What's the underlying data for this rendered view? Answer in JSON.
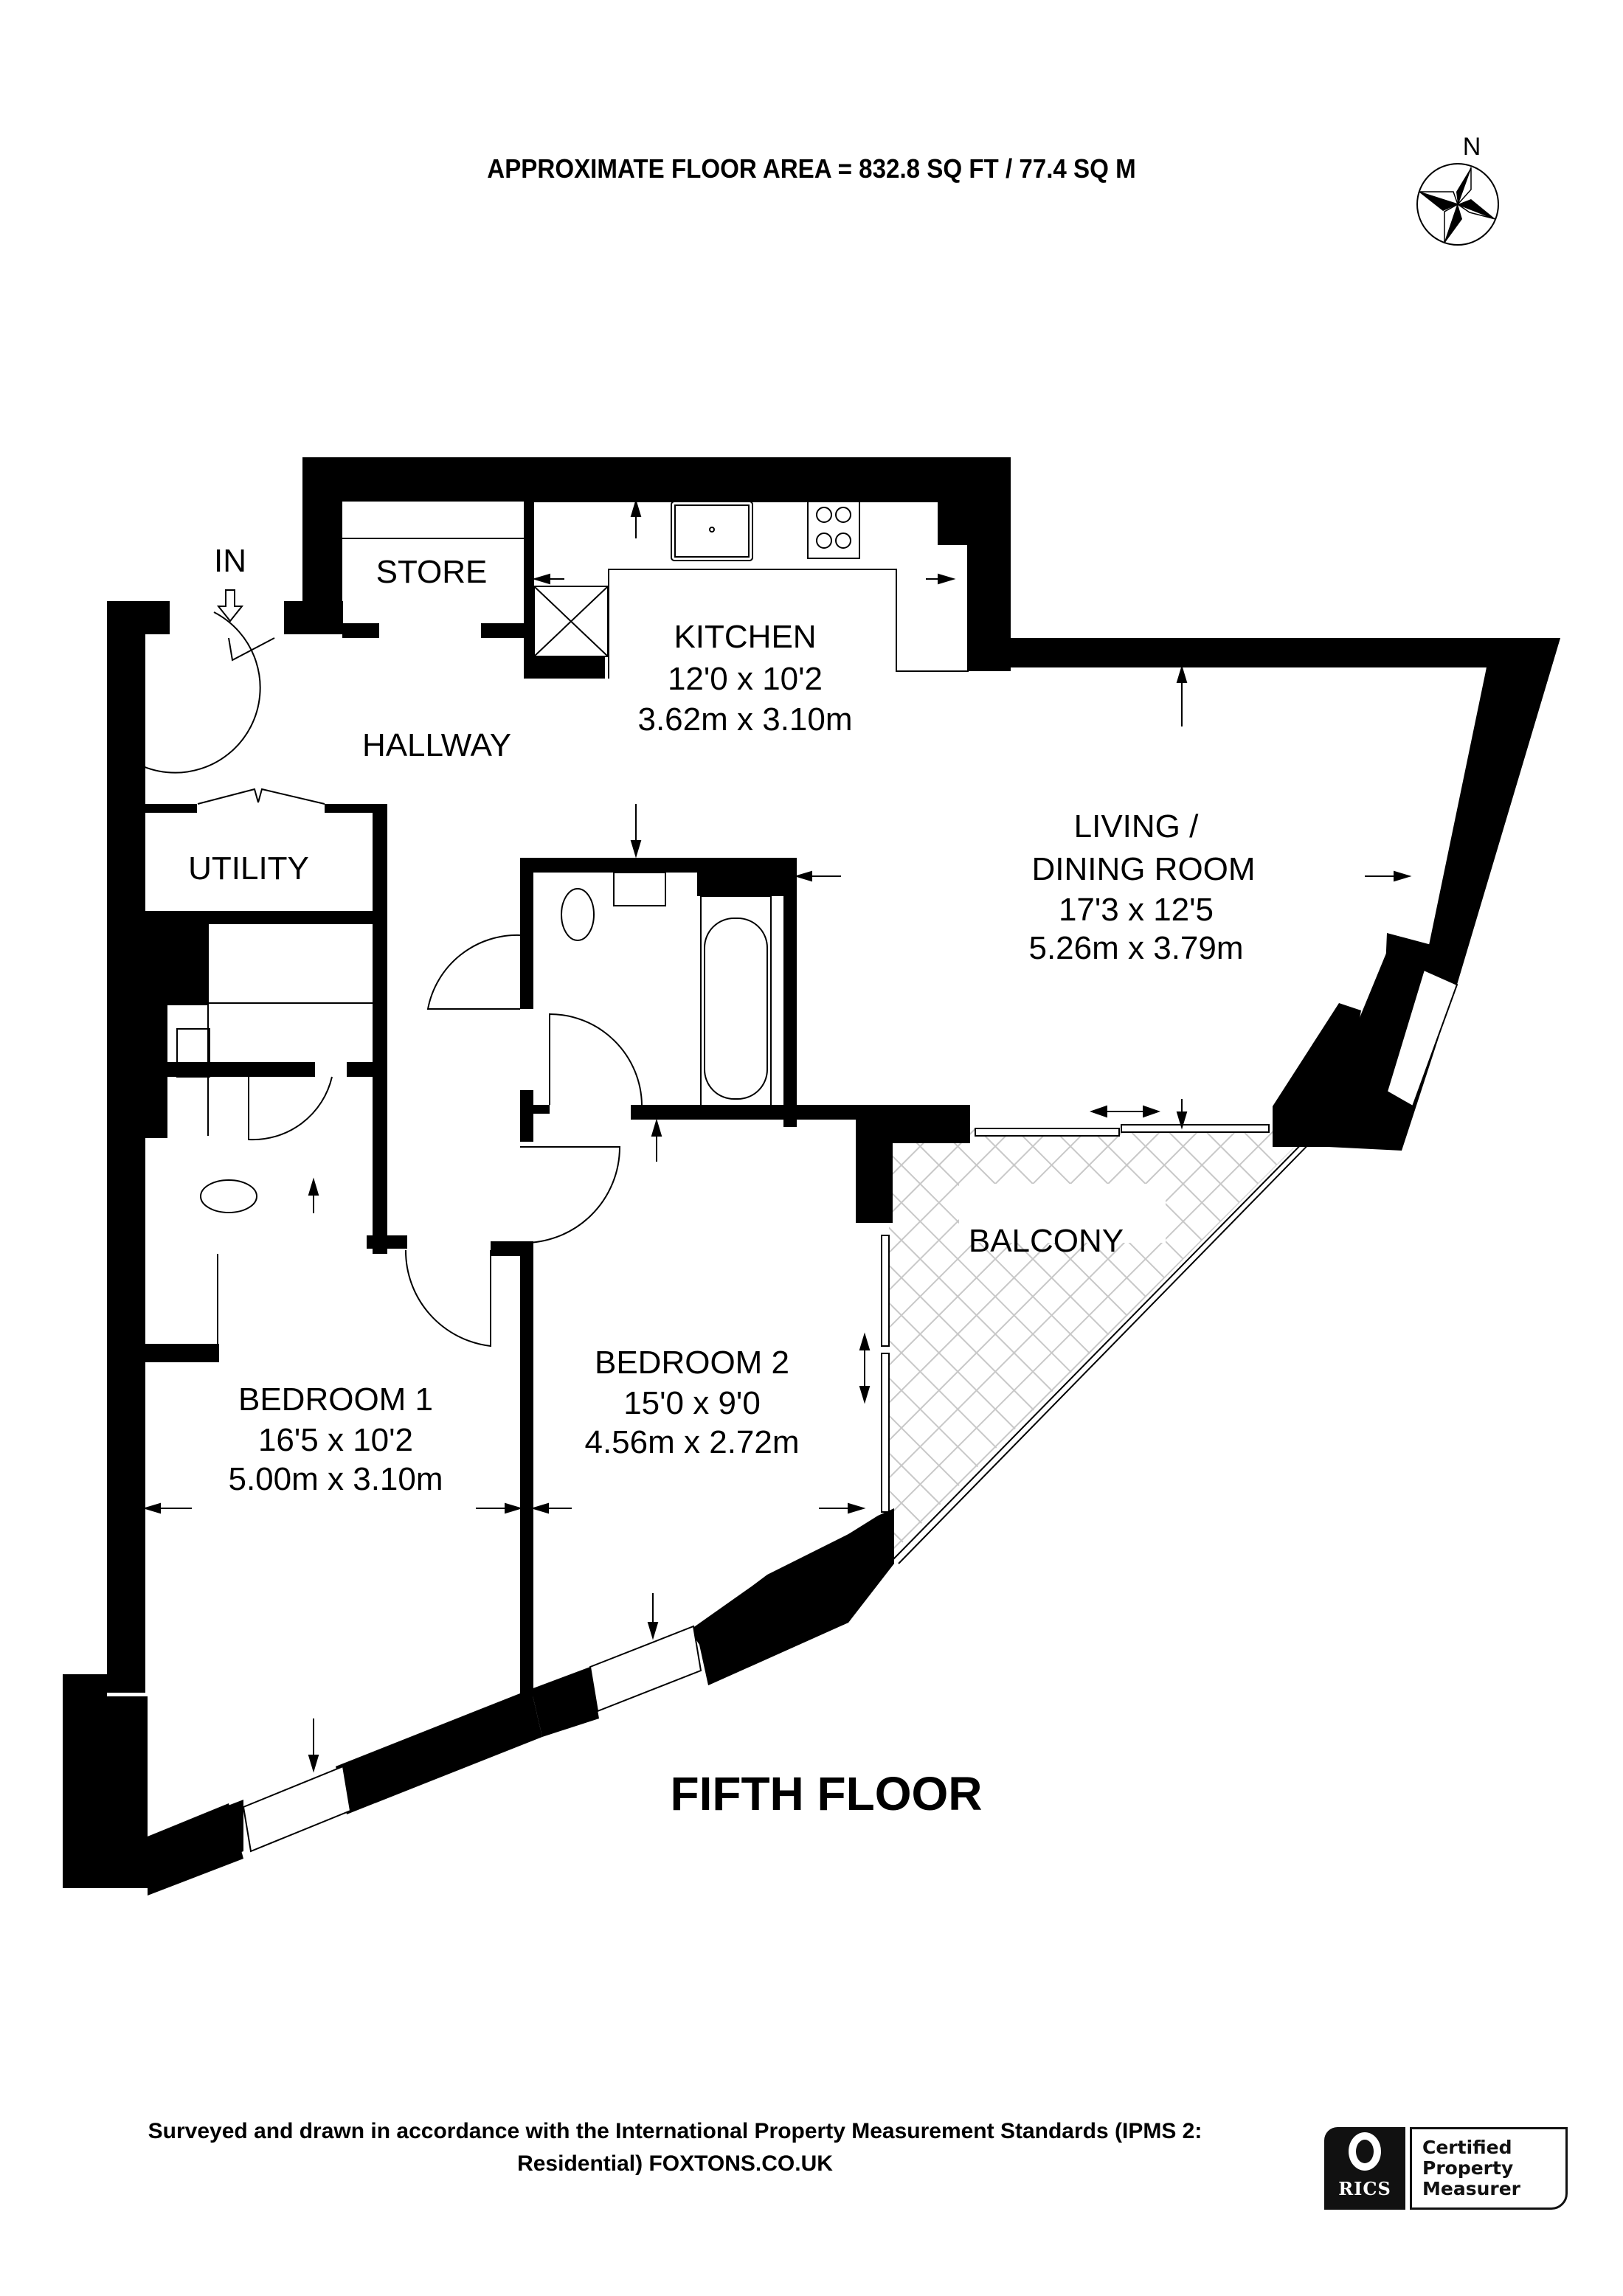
{
  "header": {
    "floor_area": "APPROXIMATE FLOOR AREA = 832.8 SQ FT / 77.4 SQ M",
    "compass_label": "N",
    "compass_icon": "north-arrow-compass-rose"
  },
  "plan": {
    "entrance_label": "IN",
    "entrance_icon": "down-arrow-outline",
    "floor_name": "FIFTH FLOOR",
    "rooms": {
      "store": {
        "name": "STORE"
      },
      "kitchen": {
        "name": "KITCHEN",
        "imperial": "12'0 x 10'2",
        "metric": "3.62m x 3.10m"
      },
      "hallway": {
        "name": "HALLWAY"
      },
      "utility": {
        "name": "UTILITY"
      },
      "living": {
        "name_line1": "LIVING /",
        "name_line2": "DINING ROOM",
        "imperial": "17'3 x 12'5",
        "metric": "5.26m x 3.79m"
      },
      "balcony": {
        "name": "BALCONY"
      },
      "bedroom1": {
        "name": "BEDROOM 1",
        "imperial": "16'5 x 10'2",
        "metric": "5.00m x 3.10m"
      },
      "bedroom2": {
        "name": "BEDROOM 2",
        "imperial": "15'0 x 9'0",
        "metric": "4.56m x 2.72m"
      }
    },
    "colors": {
      "wall": "#000000",
      "balcony_hatch": "#c8c8c8",
      "background": "#ffffff"
    }
  },
  "footer": {
    "line1": "Surveyed and drawn in accordance with the International Property Measurement Standards (IPMS 2:",
    "line2": "Residential) FOXTONS.CO.UK",
    "badge": {
      "brand": "RICS",
      "line1": "Certified",
      "line2": "Property",
      "line3": "Measurer"
    }
  }
}
